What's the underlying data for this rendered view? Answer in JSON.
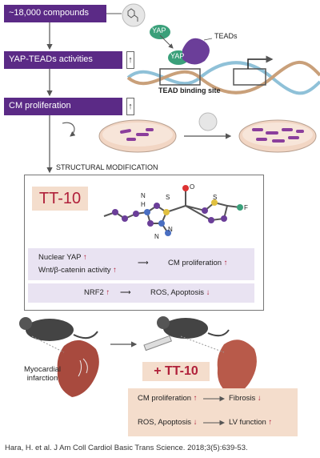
{
  "steps": {
    "compounds": "~18,000 compounds",
    "yap_activity": "YAP-TEADs activities",
    "cm_prolif": "CM proliferation",
    "structural": "STRUCTURAL MODIFICATION",
    "tt10": "TT-10"
  },
  "binding": {
    "yap_top": "YAP",
    "yap_bottom": "YAP",
    "teads": "TEADs",
    "site": "TEAD binding site"
  },
  "molecule_atoms": {
    "n1": "N",
    "h1": "H",
    "s1": "S",
    "n2": "N",
    "n3": "N",
    "o": "O",
    "s2": "S",
    "f": "F"
  },
  "pathway": {
    "nuclear_yap": "Nuclear YAP",
    "wnt": "Wnt/β-catenin activity",
    "cm_prolif": "CM proliferation",
    "nrf2": "NRF2",
    "ros": "ROS, Apoptosis"
  },
  "in_vivo": {
    "mi_label": "Myocardial\ninfarction",
    "plus_tt10": "+ TT-10",
    "cm_prolif": "CM proliferation",
    "fibrosis": "Fibrosis",
    "ros": "ROS, Apoptosis",
    "lv": "LV function"
  },
  "citation": "Hara, H. et al. J Am Coll Cardiol Basic Trans Science. 2018;3(5):639-53.",
  "colors": {
    "purple": "#5b2a86",
    "lavender": "#e9e3f2",
    "peach": "#f4ddcc",
    "red": "#b0203a",
    "green": "#3aa07a"
  }
}
